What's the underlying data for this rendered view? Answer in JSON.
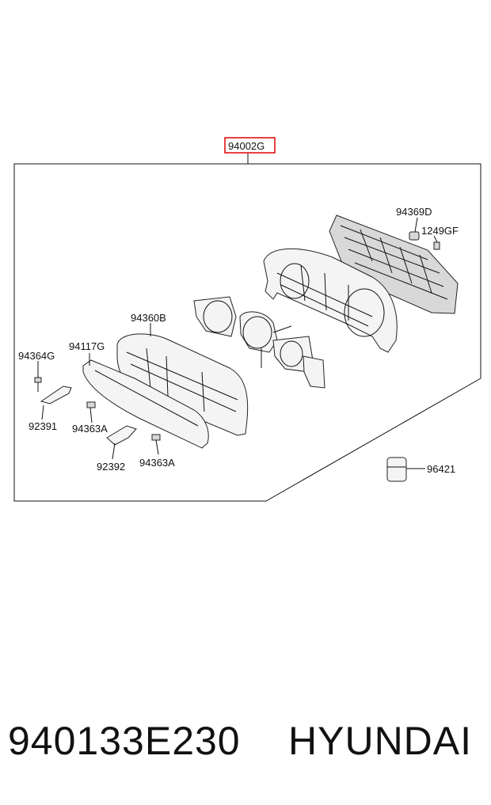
{
  "diagram": {
    "assembly_label": "94002G",
    "accent_color": "#e00000",
    "parts": [
      {
        "id": "94369D"
      },
      {
        "id": "1249GF"
      },
      {
        "id": "94360B"
      },
      {
        "id": "94364G"
      },
      {
        "id": "94117G"
      },
      {
        "id": "92391"
      },
      {
        "id": "94363A"
      },
      {
        "id": "92392"
      },
      {
        "id": "94363A"
      },
      {
        "id": "96421"
      }
    ]
  },
  "footer": {
    "part_number": "940133E230",
    "brand": "HYUNDAI"
  }
}
